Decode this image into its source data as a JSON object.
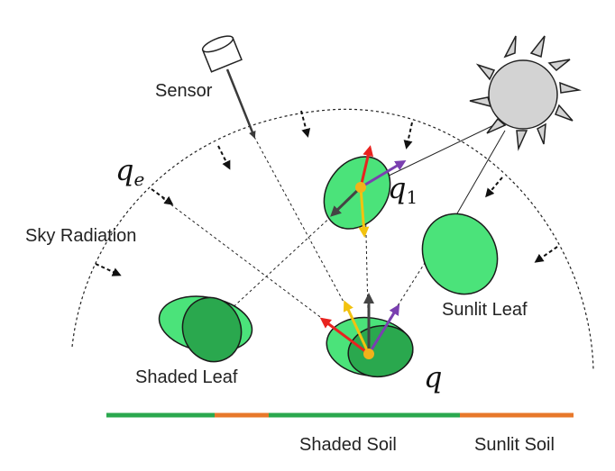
{
  "labels": {
    "sensor": "Sensor",
    "sky_radiation": "Sky Radiation",
    "sunlit_leaf": "Sunlit Leaf",
    "shaded_leaf": "Shaded Leaf",
    "shaded_soil": "Shaded Soil",
    "sunlit_soil": "Sunlit Soil"
  },
  "symbols": {
    "q_base": "q",
    "q_e_sub": "e",
    "q_1_sub": "1"
  },
  "colors": {
    "leaf_light": "#4be37a",
    "leaf_dark": "#2aa84e",
    "leaf_outline": "#1a1a1a",
    "sun_fill": "#d3d3d3",
    "sensor_fill": "#ffffff",
    "point": "#f2b21a",
    "arrow_red": "#e8231f",
    "arrow_purple": "#7a3fb0",
    "arrow_yellow": "#f2c20f",
    "arrow_dark": "#3a3a3a",
    "soil_green": "#2aa84e",
    "soil_orange": "#e8782a"
  },
  "icons": [
    "sun-icon",
    "sensor-icon"
  ]
}
